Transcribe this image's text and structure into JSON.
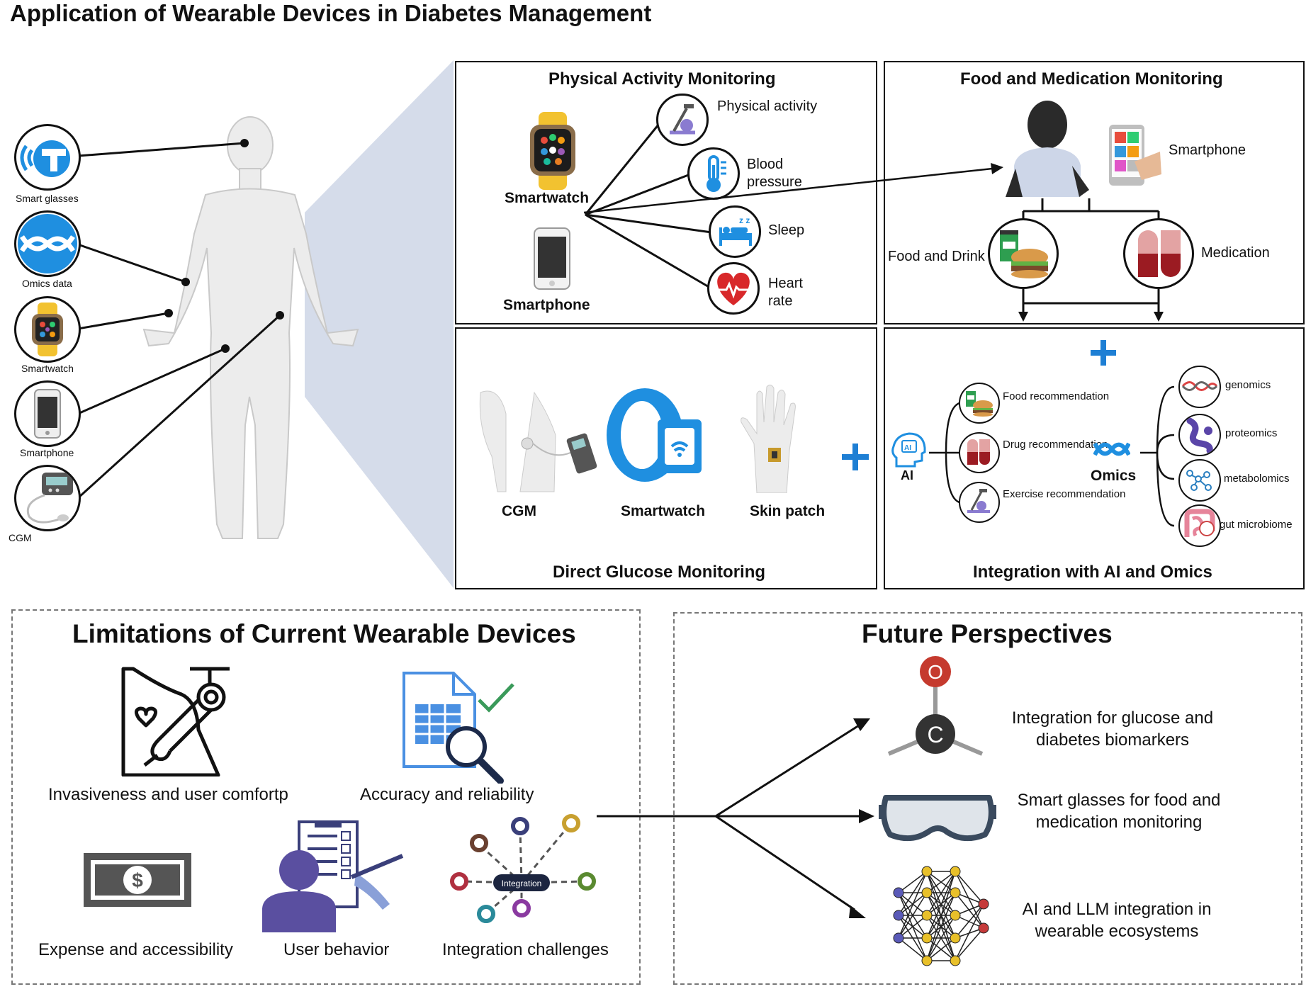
{
  "title": "Application of Wearable Devices in Diabetes Management",
  "body_devices": {
    "items": [
      "Smart glasses",
      "Omics data",
      "Smartwatch",
      "Smartphone",
      "CGM"
    ]
  },
  "physical_activity": {
    "title": "Physical Activity Monitoring",
    "smartwatch": "Smartwatch",
    "smartphone": "Smartphone",
    "metrics": [
      "Physical activity",
      "Blood pressure",
      "Sleep",
      "Heart rate"
    ]
  },
  "food_medication": {
    "title": "Food and Medication Monitoring",
    "smartphone": "Smartphone",
    "food": "Food and Drink",
    "medication": "Medication"
  },
  "glucose": {
    "title": "Direct Glucose Monitoring",
    "devices": [
      "CGM",
      "Smartwatch",
      "Skin patch"
    ]
  },
  "integration": {
    "title": "Integration with AI and Omics",
    "ai": "AI",
    "omics": "Omics",
    "recommendations": [
      "Food recommendation",
      "Drug recommendation",
      "Exercise recommendation"
    ],
    "omics_types": [
      "genomics",
      "proteomics",
      "metabolomics",
      "gut microbiome"
    ]
  },
  "limitations": {
    "title": "Limitations of Current Wearable Devices",
    "items": [
      "Invasiveness and user comfortp",
      "Accuracy and reliability",
      "Expense and accessibility",
      "User behavior",
      "Integration challenges"
    ],
    "integration_badge": "Integration"
  },
  "future": {
    "title": "Future Perspectives",
    "items": [
      "Integration for glucose and diabetes biomarkers",
      "Smart glasses for food and medication monitoring",
      "AI and LLM integration in wearable ecosystems"
    ],
    "molecule_top": "O",
    "molecule_center": "C"
  },
  "colors": {
    "accent_blue": "#1f8fe0",
    "plus_blue": "#1e7fd4",
    "red": "#c0392b",
    "purple": "#6b55b0",
    "cone": "#d5dcea"
  }
}
